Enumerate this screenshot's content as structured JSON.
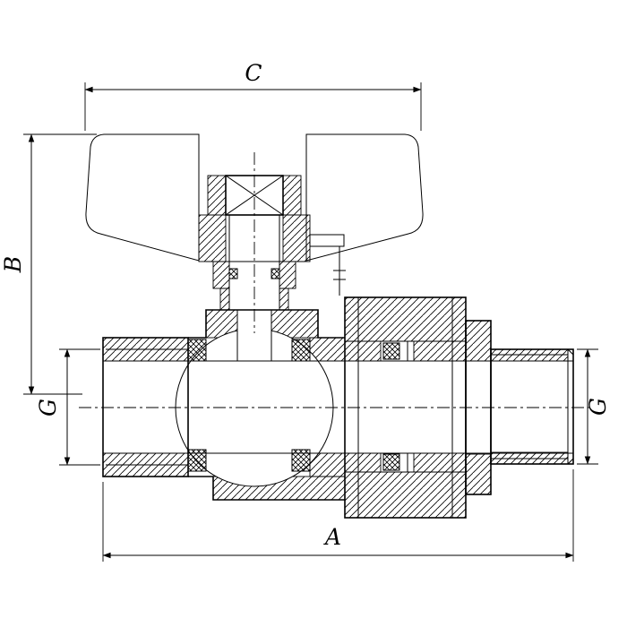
{
  "drawing": {
    "background": "#ffffff",
    "stroke_color": "#000000",
    "labels": {
      "width_handle": "C",
      "height_handle": "B",
      "thread_left": "G",
      "thread_right": "G",
      "width_overall": "A"
    }
  }
}
